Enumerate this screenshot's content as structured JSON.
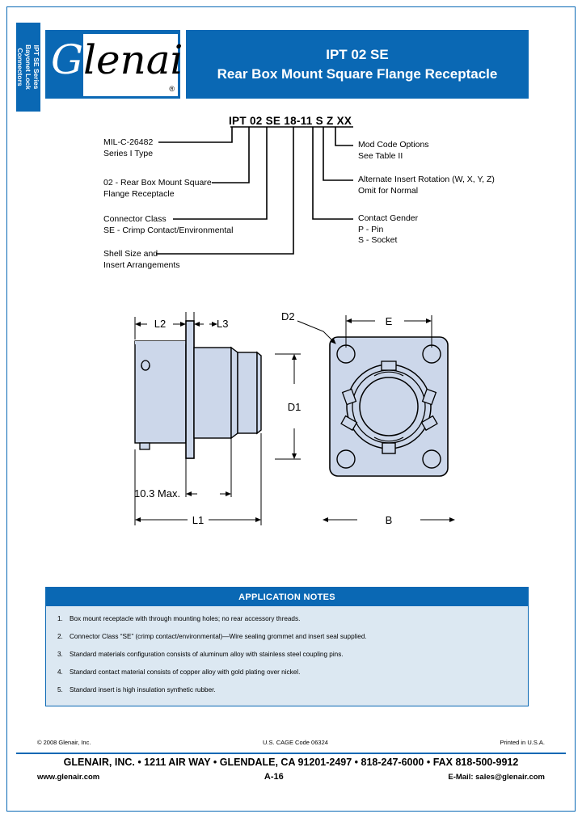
{
  "side_tab": {
    "line1": "IPT SE Series",
    "line2": "Bayonet Lock",
    "line3": "Connectors"
  },
  "logo": {
    "brand": "Glenair",
    "brand_initial": "G",
    "brand_rest": "lenair",
    "registered": "®"
  },
  "header": {
    "title": "IPT 02 SE",
    "subtitle": "Rear Box Mount Square Flange Receptacle"
  },
  "part_number": {
    "string": "IPT 02 SE 18-11 S Z XX",
    "callouts": {
      "spec": {
        "line1": "MIL-C-26482",
        "line2": "Series I Type"
      },
      "style": {
        "line1": "02 - Rear Box Mount Square",
        "line2": "Flange Receptacle"
      },
      "class": {
        "line1": "Connector Class",
        "line2": "SE - Crimp Contact/Environmental"
      },
      "shell": {
        "line1": "Shell Size and",
        "line2": "Insert Arrangements"
      },
      "mod": {
        "line1": "Mod Code Options",
        "line2": "See Table II"
      },
      "rotation": {
        "line1": "Alternate Insert Rotation (W, X, Y, Z)",
        "line2": "Omit for Normal"
      },
      "gender": {
        "line1": "Contact Gender",
        "line2": "P - Pin",
        "line3": "S - Socket"
      }
    }
  },
  "drawing": {
    "side_view": {
      "dim_l1": "L1",
      "dim_l2": "L2",
      "dim_l3": "L3",
      "dim_max": "10.3 Max."
    },
    "front_view": {
      "dim_b": "B",
      "dim_e": "E",
      "dim_d1": "D1",
      "dim_d2": "D2"
    },
    "colors": {
      "body_fill": "#ccd7ea",
      "outline": "#000000"
    }
  },
  "application_notes": {
    "title": "APPLICATION NOTES",
    "items": [
      {
        "num": "1.",
        "text": "Box mount receptacle with through mounting holes; no rear accessory threads."
      },
      {
        "num": "2.",
        "text": "Connector Class “SE” (crimp contact/environmental)—Wire sealing grommet and insert seal supplied."
      },
      {
        "num": "3.",
        "text": "Standard materials configuration consists of aluminum alloy with stainless steel coupling pins."
      },
      {
        "num": "4.",
        "text": "Standard contact material consists of copper alloy with gold plating over nickel."
      },
      {
        "num": "5.",
        "text": "Standard insert is high insulation synthetic rubber."
      }
    ]
  },
  "footer": {
    "copyright": "© 2008 Glenair, Inc.",
    "cage_code": "U.S. CAGE Code 06324",
    "printed": "Printed in U.S.A.",
    "address_line": "GLENAIR, INC. • 1211 AIR WAY • GLENDALE, CA 91201-2497 • 818-247-6000 • FAX 818-500-9912",
    "website": "www.glenair.com",
    "page": "A-16",
    "email": "E-Mail: sales@glenair.com"
  },
  "theme": {
    "brand_blue": "#0a68b4",
    "notes_bg": "#dce8f2"
  }
}
